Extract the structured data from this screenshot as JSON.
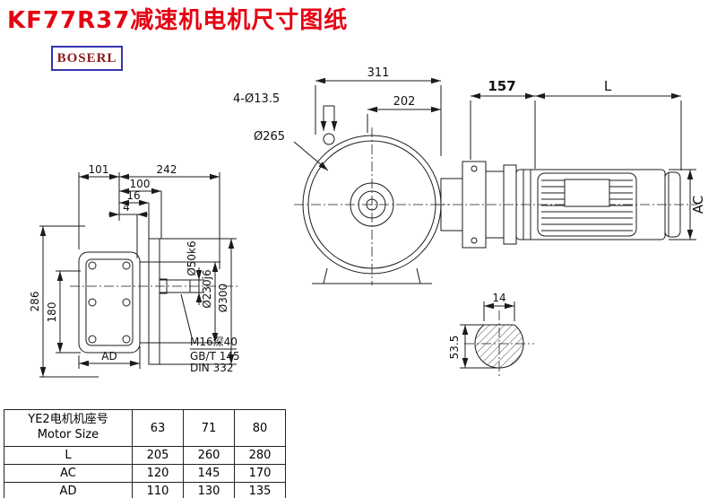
{
  "page": {
    "title": "KF77R37减速机电机尺寸图纸",
    "logo": "BOSERL"
  },
  "dims": {
    "d311": "311",
    "d202": "202",
    "holes": "4-Ø13.5",
    "d265": "Ø265",
    "d157": "157",
    "dL": "L",
    "dAC": "AC",
    "d101": "101",
    "d242": "242",
    "d100": "100",
    "d16": "16",
    "d4": "4",
    "d286": "286",
    "d180": "180",
    "dAD": "AD",
    "d50": "Ø50k6",
    "d230": "Ø230j6",
    "d300": "Ø300",
    "note1": "M16深40",
    "note2": "GB/T 145",
    "note3": "DIN 332",
    "d14": "14",
    "d535": "53.5"
  },
  "table": {
    "header_line1": "YE2电机机座号",
    "header_line2": "Motor Size",
    "col_headers": [
      "63",
      "71",
      "80"
    ],
    "rows": [
      {
        "label": "L",
        "values": [
          "205",
          "260",
          "280"
        ]
      },
      {
        "label": "AC",
        "values": [
          "120",
          "145",
          "170"
        ]
      },
      {
        "label": "AD",
        "values": [
          "110",
          "130",
          "135"
        ]
      }
    ]
  }
}
